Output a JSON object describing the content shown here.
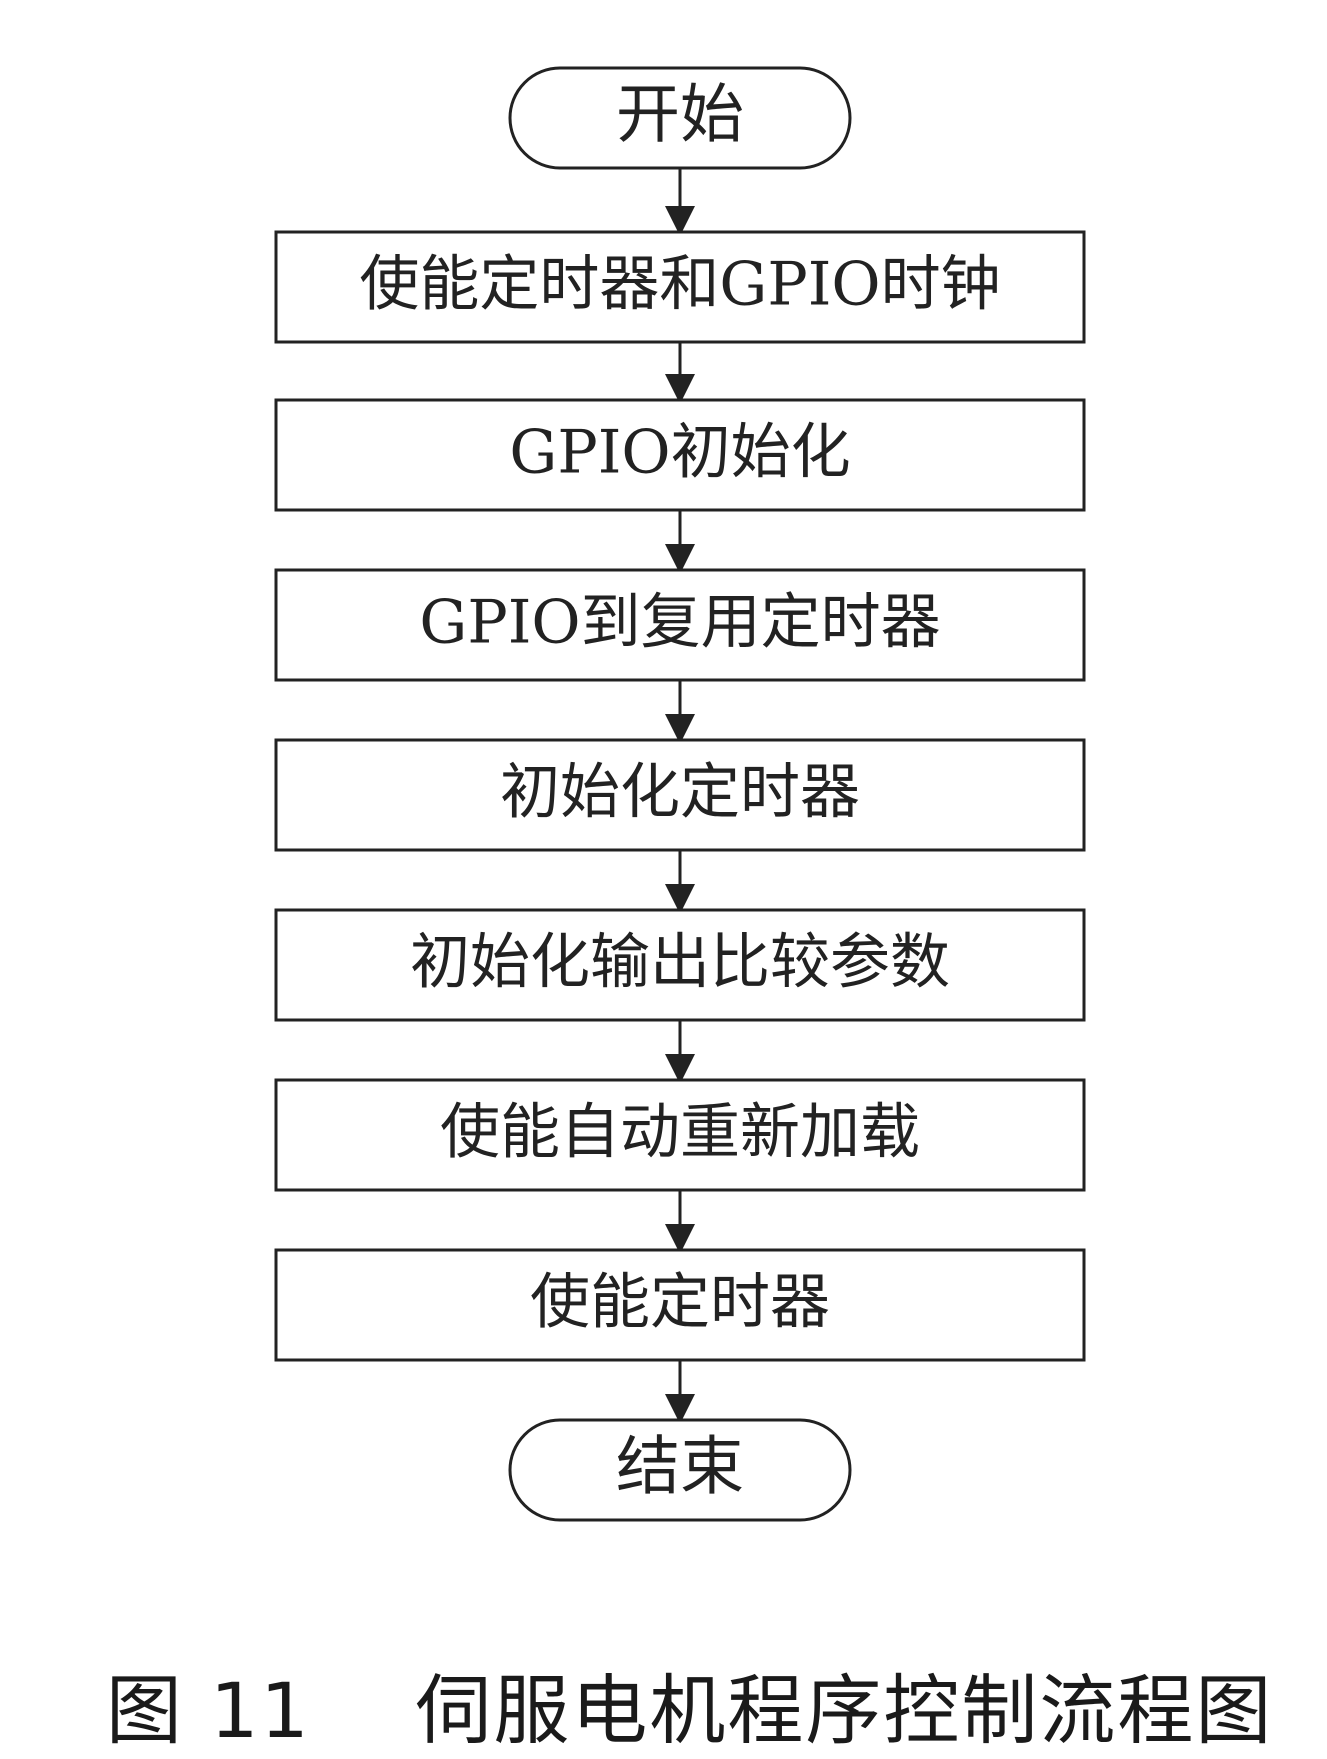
{
  "flowchart": {
    "nodes": [
      {
        "id": "start",
        "shape": "terminal",
        "label": "开始"
      },
      {
        "id": "step1",
        "shape": "process",
        "label": "使能定时器和GPIO时钟"
      },
      {
        "id": "step2",
        "shape": "process",
        "label": "GPIO初始化"
      },
      {
        "id": "step3",
        "shape": "process",
        "label": "GPIO到复用定时器"
      },
      {
        "id": "step4",
        "shape": "process",
        "label": "初始化定时器"
      },
      {
        "id": "step5",
        "shape": "process",
        "label": "初始化输出比较参数"
      },
      {
        "id": "step6",
        "shape": "process",
        "label": "使能自动重新加载"
      },
      {
        "id": "step7",
        "shape": "process",
        "label": "使能定时器"
      },
      {
        "id": "end",
        "shape": "terminal",
        "label": "结束"
      }
    ],
    "edges": [
      {
        "from": "start",
        "to": "step1"
      },
      {
        "from": "step1",
        "to": "step2"
      },
      {
        "from": "step2",
        "to": "step3"
      },
      {
        "from": "step3",
        "to": "step4"
      },
      {
        "from": "step4",
        "to": "step5"
      },
      {
        "from": "step5",
        "to": "step6"
      },
      {
        "from": "step6",
        "to": "step7"
      },
      {
        "from": "step7",
        "to": "end"
      }
    ]
  },
  "caption": {
    "figure_number": "图 11",
    "title": "伺服电机程序控制流程图"
  }
}
